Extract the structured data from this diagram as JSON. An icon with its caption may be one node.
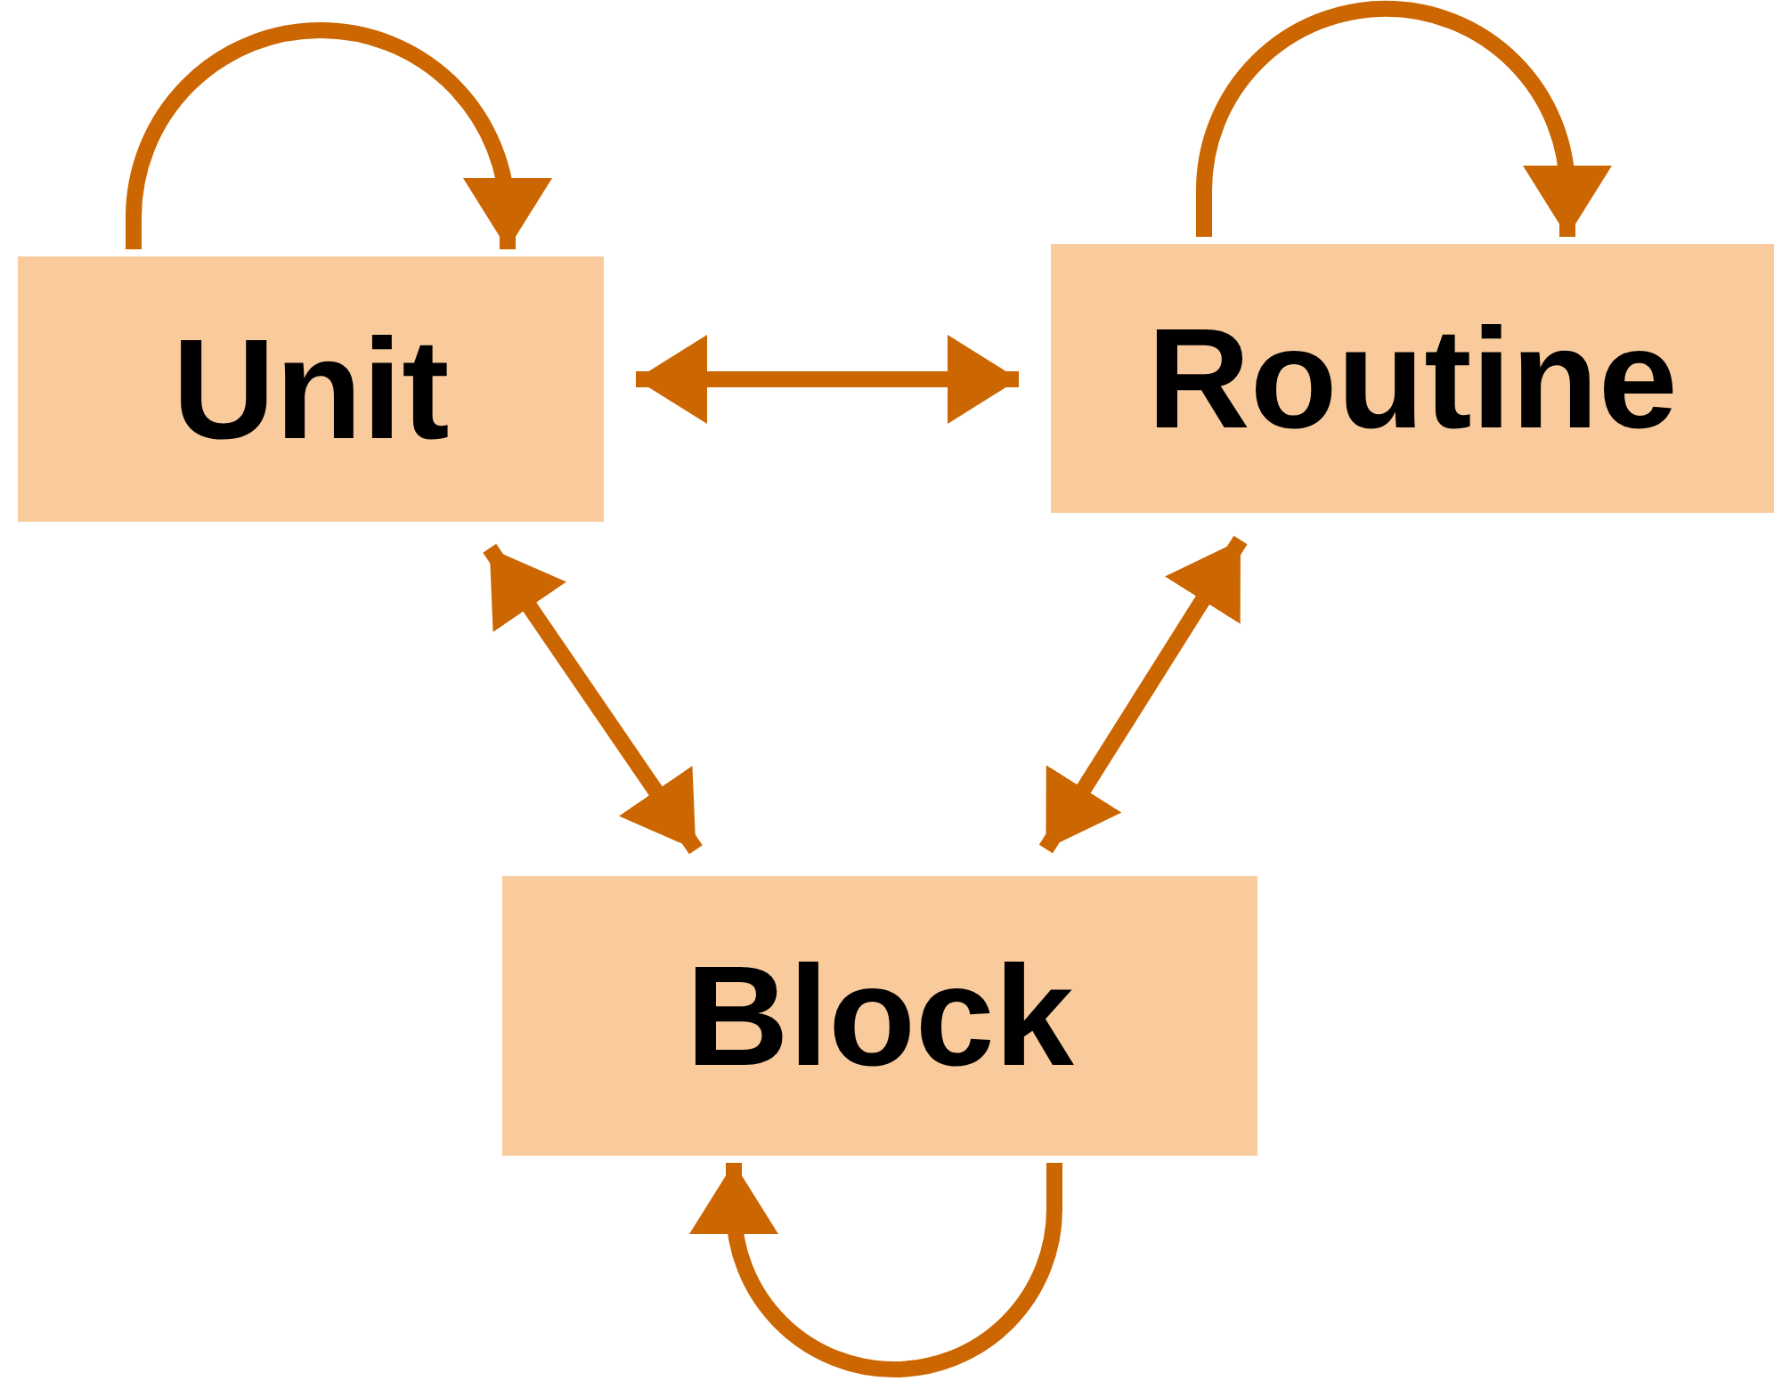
{
  "diagram": {
    "nodes": [
      {
        "text": [
          "Unit"
        ]
      },
      {
        "text": [
          "Routine"
        ]
      },
      {
        "text": [
          "Block"
        ]
      }
    ],
    "edges": [
      {
        "from": 0,
        "to": 0,
        "arrow": "to"
      },
      {
        "from": 1,
        "to": 1,
        "arrow": "to"
      },
      {
        "from": 0,
        "to": 1,
        "arrow": "both"
      },
      {
        "from": 0,
        "to": 2,
        "arrow": "both"
      },
      {
        "from": 1,
        "to": 2,
        "arrow": "both"
      },
      {
        "from": 2,
        "to": 2,
        "arrow": "to"
      }
    ]
  }
}
